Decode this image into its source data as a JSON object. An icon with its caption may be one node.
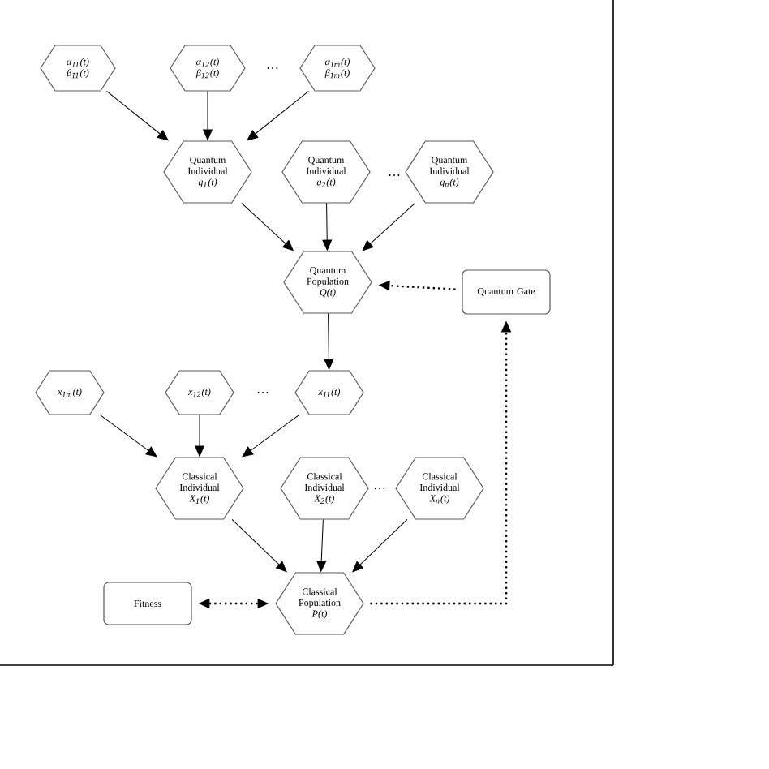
{
  "diagram": {
    "nodes": [
      {
        "text": [
          "α$_{11}$(t)",
          "β$_{11}$(t)"
        ]
      },
      {
        "text": [
          "α$_{12}$(t)",
          "β$_{12}$(t)"
        ]
      },
      {
        "text": [
          "α$_{1m}$(t)",
          "β$_{1m}$(t)"
        ]
      },
      {
        "text": [
          "Quantum Individual",
          "q$_{1}$(t)"
        ]
      },
      {
        "text": [
          "Quantum Individual",
          "q$_{2}$(t)"
        ]
      },
      {
        "text": [
          "Quantum Individual",
          "q$_{n}$(t)"
        ]
      },
      {
        "text": [
          "Quantum Population",
          "Q(t)"
        ]
      },
      {
        "text": [
          "Quantum Gate"
        ]
      },
      {
        "text": [
          "x$_{1m}$(t)"
        ]
      },
      {
        "text": [
          "x$_{12}$(t)"
        ]
      },
      {
        "text": [
          "x$_{11}$(t)"
        ]
      },
      {
        "text": [
          "Classical Individual",
          "X$_{1}$(t)"
        ]
      },
      {
        "text": [
          "Classical Individual",
          "X$_{2}$(t)"
        ]
      },
      {
        "text": [
          "Classical Individual",
          "X$_{n}$(t)"
        ]
      },
      {
        "text": [
          "Fitness"
        ]
      },
      {
        "text": [
          "Classical Population",
          "P(t)"
        ]
      }
    ],
    "edges": [
      {
        "from": 0,
        "to": 3,
        "arrow": "to"
      },
      {
        "from": 1,
        "to": 3,
        "arrow": "to"
      },
      {
        "from": 2,
        "to": 3,
        "arrow": "to"
      },
      {
        "from": 3,
        "to": 6,
        "arrow": "to"
      },
      {
        "from": 4,
        "to": 6,
        "arrow": "to"
      },
      {
        "from": 5,
        "to": 6,
        "arrow": "to"
      },
      {
        "from": 7,
        "to": 6,
        "arrow": "to",
        "style": "dashed"
      },
      {
        "from": 6,
        "to": 10,
        "arrow": "to"
      },
      {
        "from": 8,
        "to": 11,
        "arrow": "to"
      },
      {
        "from": 9,
        "to": 11,
        "arrow": "to"
      },
      {
        "from": 10,
        "to": 11,
        "arrow": "to"
      },
      {
        "from": 11,
        "to": 15,
        "arrow": "to"
      },
      {
        "from": 12,
        "to": 15,
        "arrow": "to"
      },
      {
        "from": 13,
        "to": 15,
        "arrow": "to"
      },
      {
        "from": 14,
        "to": 15,
        "arrow": "both",
        "style": "dashed"
      },
      {
        "from": 15,
        "to": 7,
        "arrow": "to",
        "style": "dashed"
      }
    ],
    "labels": [
      "…",
      "…",
      "…",
      "…"
    ]
  }
}
